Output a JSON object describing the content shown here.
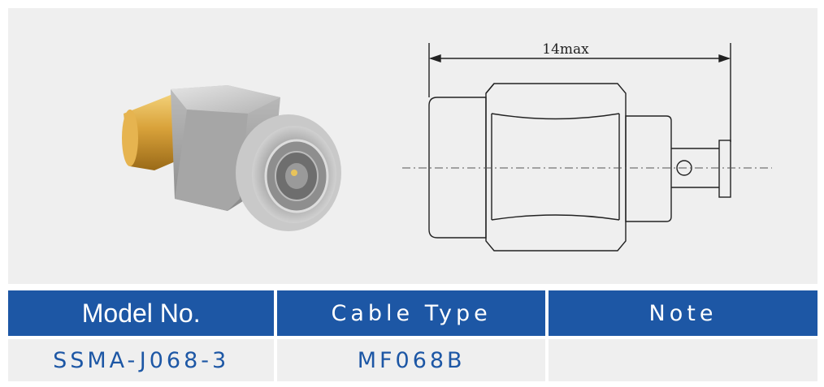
{
  "drawing": {
    "dimension_label": "14max"
  },
  "table": {
    "headers": {
      "model": "Model No.",
      "cable": "Cable Type",
      "note": "Note"
    },
    "rows": [
      {
        "model": "SSMA-J068-3",
        "cable": "MF068B",
        "note": ""
      }
    ]
  },
  "colors": {
    "header_bg": "#1d57a5",
    "header_text": "#ffffff",
    "cell_bg": "#efefef",
    "cell_text": "#1d57a5",
    "panel_bg": "#efefef"
  }
}
